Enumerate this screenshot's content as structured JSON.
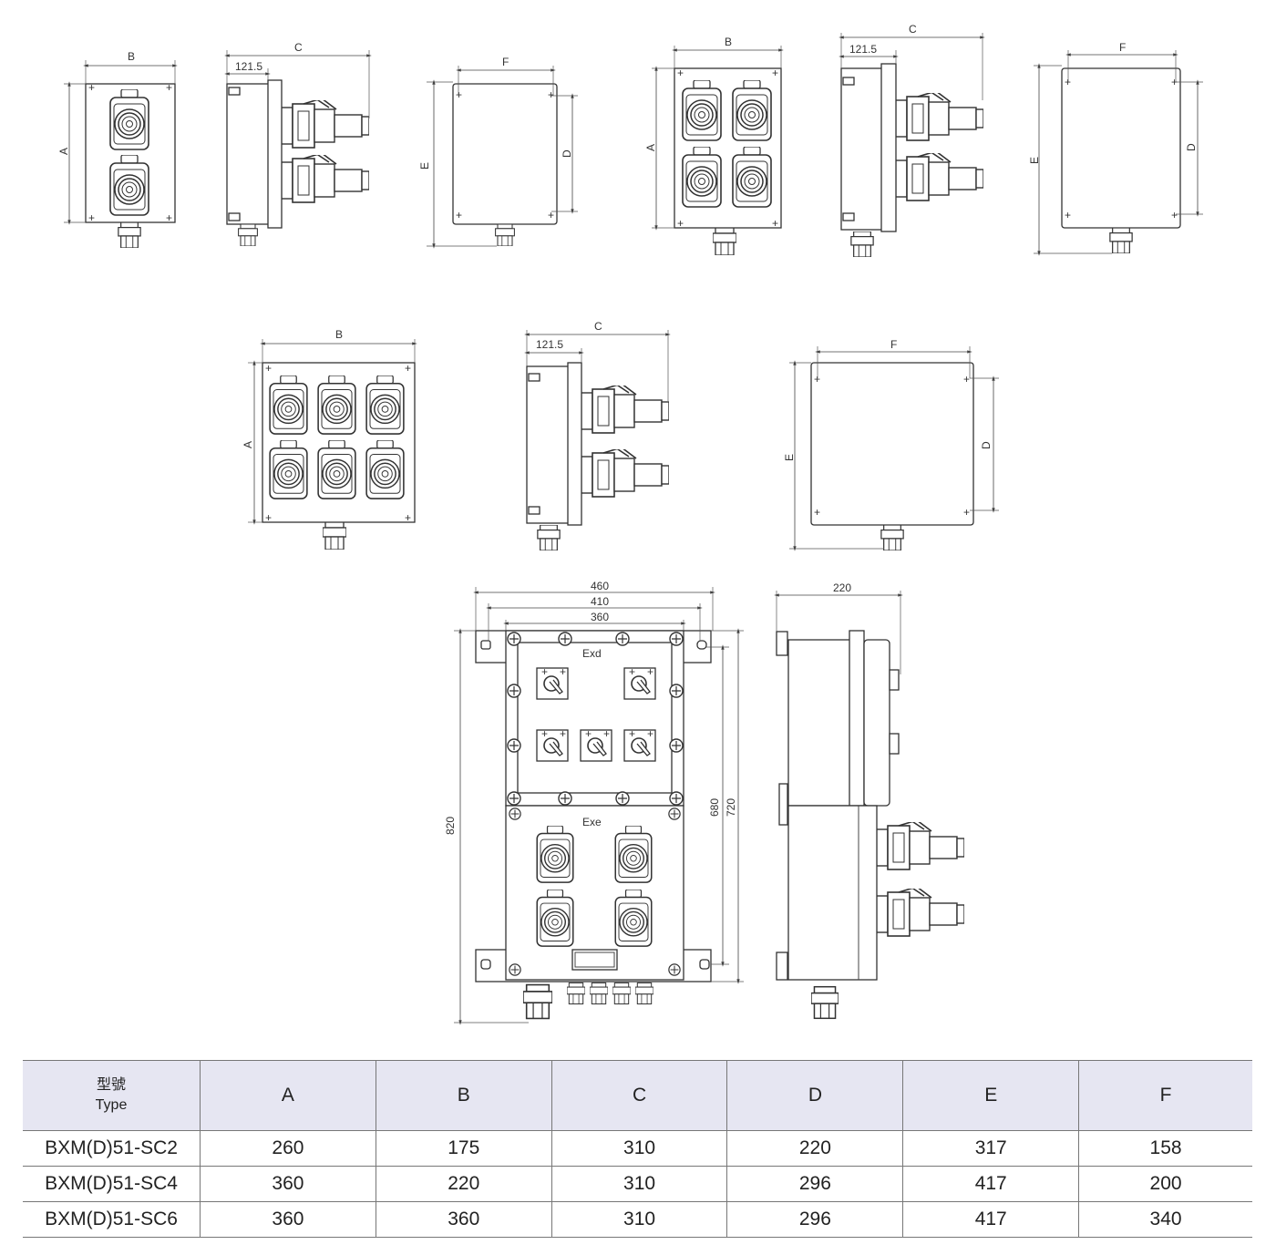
{
  "drawing": {
    "labels": {
      "A": "A",
      "B": "B",
      "C": "C",
      "D": "D",
      "E": "E",
      "F": "F",
      "offset": "121.5"
    },
    "large": {
      "w460": "460",
      "w410": "410",
      "w360": "360",
      "d220": "220",
      "h820": "820",
      "h680": "680",
      "h720": "720",
      "exd": "Exd",
      "exe": "Exe"
    }
  },
  "table": {
    "header": {
      "type_cn": "型號",
      "type_en": "Type",
      "cols": [
        "A",
        "B",
        "C",
        "D",
        "E",
        "F"
      ]
    },
    "rows": [
      {
        "type": "BXM(D)51-SC2",
        "values": [
          "260",
          "175",
          "310",
          "220",
          "317",
          "158"
        ]
      },
      {
        "type": "BXM(D)51-SC4",
        "values": [
          "360",
          "220",
          "310",
          "296",
          "417",
          "200"
        ]
      },
      {
        "type": "BXM(D)51-SC6",
        "values": [
          "360",
          "360",
          "310",
          "296",
          "417",
          "340"
        ]
      }
    ]
  }
}
